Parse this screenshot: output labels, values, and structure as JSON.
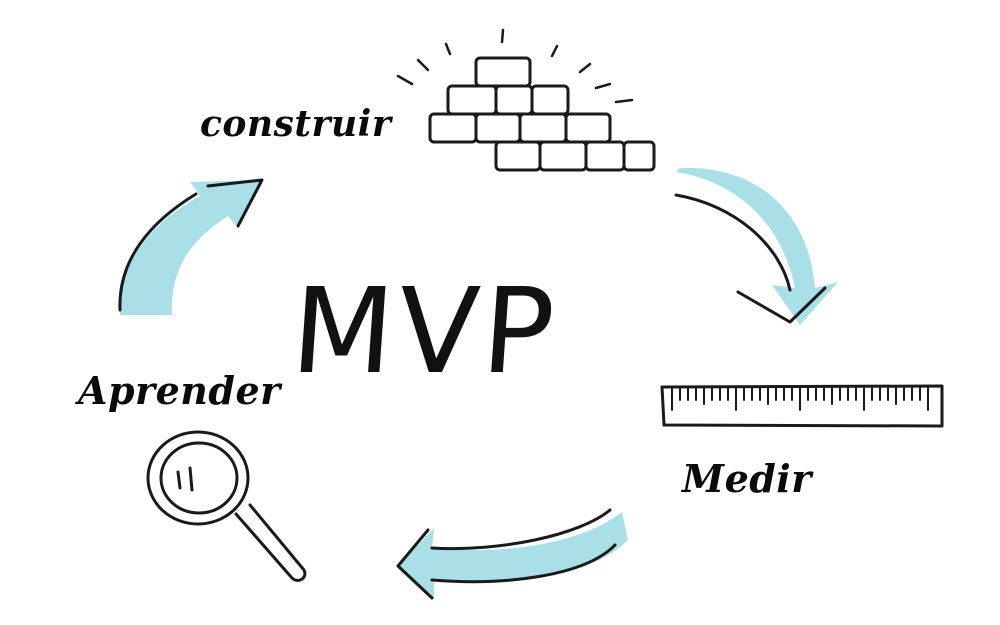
{
  "diagram": {
    "center_title": "MVP",
    "steps": {
      "build_label": "construir",
      "measure_label": "Medir",
      "learn_label": "Aprender"
    },
    "colors": {
      "arrow_fill": "#a9dfe6",
      "ink": "#111111",
      "background": "#ffffff"
    },
    "icons": {
      "build": "brick-wall-icon",
      "measure": "ruler-icon",
      "learn": "magnifying-glass-icon"
    },
    "arrows": [
      "arrow-build-to-measure",
      "arrow-measure-to-learn",
      "arrow-learn-to-build"
    ]
  }
}
